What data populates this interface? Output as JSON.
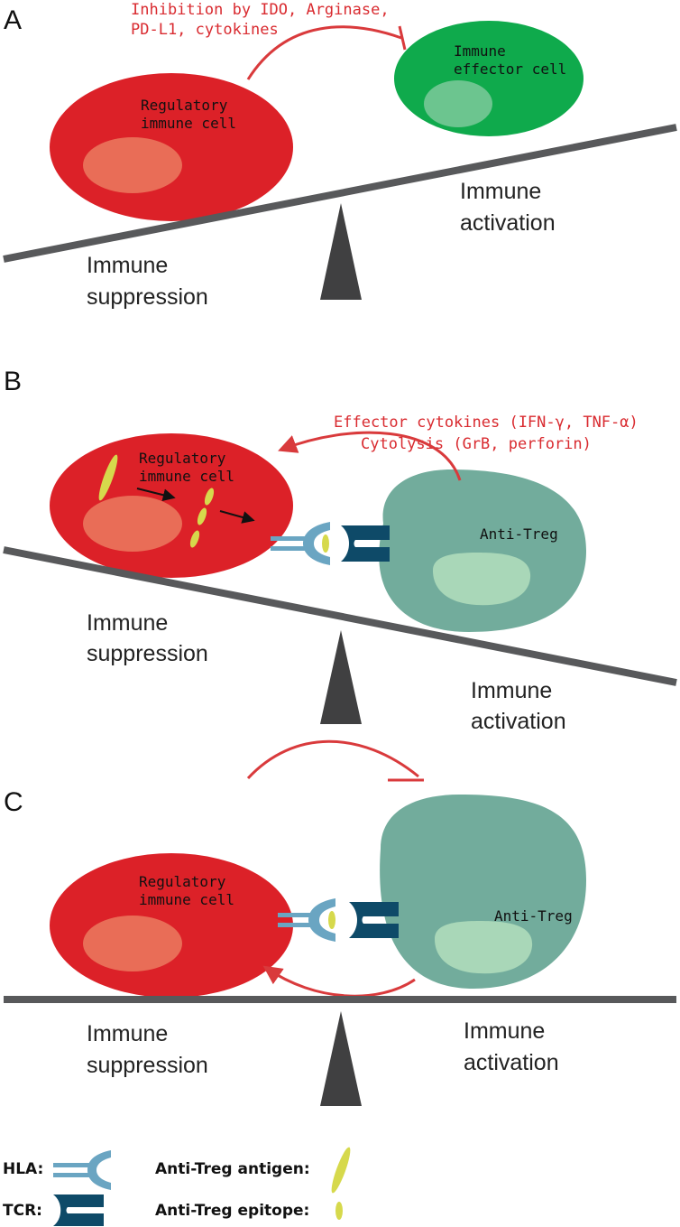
{
  "panels": {
    "a": {
      "letter": "A",
      "inhibition_line1": "Inhibition by IDO, Arginase,",
      "inhibition_line2": "PD-L1, cytokines",
      "reg_cell_line1": "Regulatory",
      "reg_cell_line2": "immune cell",
      "effector_line1": "Immune",
      "effector_line2": "effector cell",
      "activation_line1": "Immune",
      "activation_line2": "activation",
      "suppression_line1": "Immune",
      "suppression_line2": "suppression"
    },
    "b": {
      "letter": "B",
      "effector_text_line1": "Effector cytokines (IFN-γ, TNF-α)",
      "effector_text_line2": "Cytolysis (GrB, perforin)",
      "reg_cell_line1": "Regulatory",
      "reg_cell_line2": "immune cell",
      "anti_treg": "Anti-Treg",
      "suppression_line1": "Immune",
      "suppression_line2": "suppression",
      "activation_line1": "Immune",
      "activation_line2": "activation"
    },
    "c": {
      "letter": "C",
      "reg_cell_line1": "Regulatory",
      "reg_cell_line2": "immune cell",
      "anti_treg": "Anti-Treg",
      "suppression_line1": "Immune",
      "suppression_line2": "suppression",
      "activation_line1": "Immune",
      "activation_line2": "activation"
    }
  },
  "legend": {
    "hla": "HLA:",
    "tcr": "TCR:",
    "antigen": "Anti-Treg antigen:",
    "epitope": "Anti-Treg epitope:"
  },
  "colors": {
    "regulatory_cell": "#dc2128",
    "regulatory_nucleus": "#e96d57",
    "effector_cell": "#0faa4c",
    "effector_nucleus": "#6cc58f",
    "anti_treg_cell": "#72ac9c",
    "anti_treg_nucleus": "#a9d7b8",
    "beam": "#58595b",
    "fulcrum": "#404041",
    "inhibition": "#d93a3c",
    "hla": "#6aa5c2",
    "tcr": "#0e4a68",
    "antigen": "#d6d94c"
  }
}
